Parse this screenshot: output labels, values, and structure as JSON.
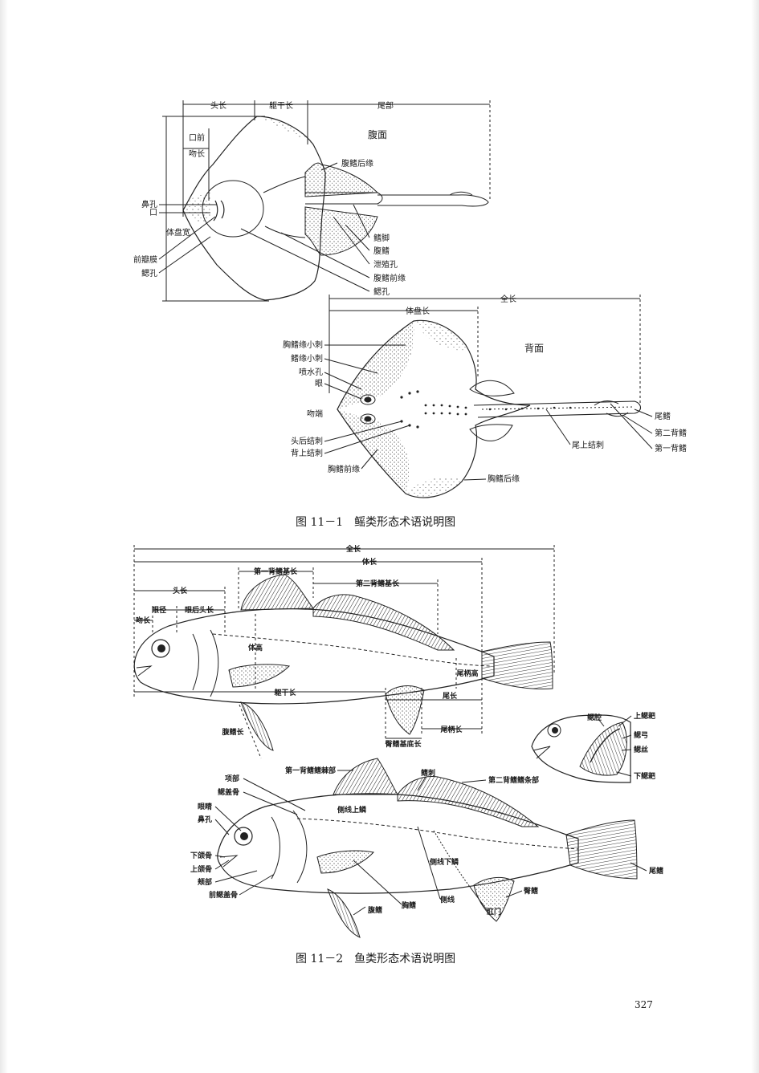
{
  "figure1": {
    "caption_number": "图 11－1",
    "caption_text": "鳐类形态术语说明图",
    "ventral": {
      "view_label": "腹面",
      "dims": [
        "头长",
        "躯干长",
        "尾部",
        "口前",
        "吻长"
      ],
      "left_labels": [
        "鼻孔",
        "口",
        "体盘宽",
        "前瓣膜",
        "鳃孔"
      ],
      "right_labels": [
        "腹鳍后缘",
        "鳍脚",
        "腹鳍",
        "泄殖孔",
        "腹鳍前缘",
        "鳃孔"
      ]
    },
    "dorsal": {
      "view_label": "背面",
      "dims": [
        "全长",
        "体盘长"
      ],
      "left_labels": [
        "胸鳍缘小刺",
        "鳍缘小刺",
        "喷水孔",
        "眼",
        "吻端",
        "头后结刺",
        "背上结刺",
        "胸鳍前缘"
      ],
      "right_labels": [
        "尾鳍",
        "第二背鳍",
        "第一背鳍",
        "尾上结刺",
        "胸鳍后缘"
      ]
    }
  },
  "figure2": {
    "caption_number": "图 11－2",
    "caption_text": "鱼类形态术语说明图",
    "upper": {
      "dims": [
        "全长",
        "体长",
        "第一背鳍基长",
        "第二背鳍基长",
        "头长",
        "眼径",
        "眼后头长",
        "吻长",
        "体高",
        "尾柄高",
        "躯干长",
        "尾长",
        "尾柄长",
        "臀鳍基底长",
        "腹鳍长"
      ]
    },
    "gill": {
      "labels": [
        "鳃腔",
        "上鳃耙",
        "鳃弓",
        "鳃丝",
        "下鳃耙"
      ]
    },
    "lower": {
      "top_labels": [
        "第一背鳍鳍棘部",
        "鳍刺",
        "第二背鳍鳍条部",
        "侧线上鳞",
        "侧线下鳞"
      ],
      "left_labels": [
        "项部",
        "鳃盖骨",
        "眼睛",
        "鼻孔",
        "下颌骨",
        "上颌骨",
        "颊部",
        "前鳃盖骨"
      ],
      "bottom_labels": [
        "腹鳍",
        "胸鳍",
        "侧线",
        "肛门",
        "臀鳍",
        "尾鳍"
      ]
    }
  },
  "page_number": "327"
}
